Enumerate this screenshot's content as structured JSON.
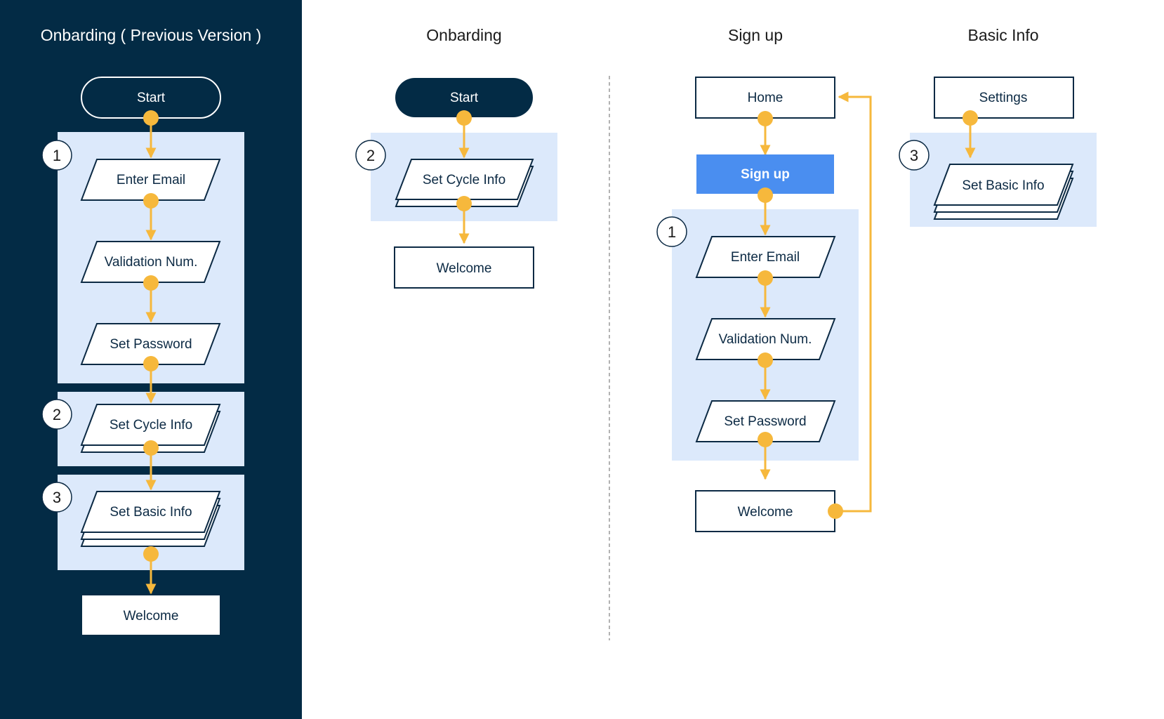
{
  "colors": {
    "navy": "#032b45",
    "group_fill": "#dce9fb",
    "connector": "#f6b83c",
    "highlight": "#4a8ef0",
    "node_stroke": "#0c2a44",
    "divider": "#9a9a9a"
  },
  "prev_version": {
    "title": "Onbarding ( Previous Version )",
    "start": "Start",
    "enter_email": "Enter Email",
    "validation": "Validation Num.",
    "set_password": "Set Password",
    "set_cycle": "Set Cycle Info",
    "set_basic": "Set Basic Info",
    "welcome": "Welcome",
    "badge1": "1",
    "badge2": "2",
    "badge3": "3"
  },
  "onboarding": {
    "title": "Onbarding",
    "start": "Start",
    "set_cycle": "Set Cycle Info",
    "welcome": "Welcome",
    "badge2": "2"
  },
  "signup": {
    "title": "Sign up",
    "home": "Home",
    "signup_btn": "Sign up",
    "enter_email": "Enter Email",
    "validation": "Validation Num.",
    "set_password": "Set Password",
    "welcome": "Welcome",
    "badge1": "1"
  },
  "basic_info": {
    "title": "Basic Info",
    "settings": "Settings",
    "set_basic": "Set Basic Info",
    "badge3": "3"
  }
}
